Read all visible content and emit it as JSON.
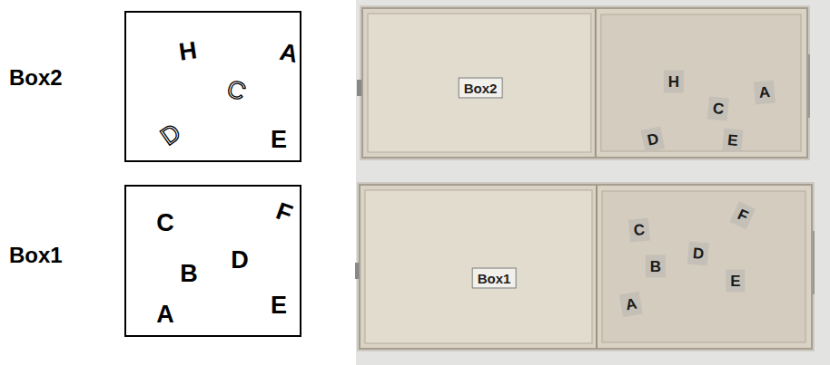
{
  "diagram": {
    "nodes": [
      {
        "text": [
          "Box2",
          "H",
          "A",
          "C",
          "D",
          "E"
        ]
      },
      {
        "text": [
          "Box2",
          "H",
          "C",
          "A",
          "D",
          "E"
        ]
      },
      {
        "text": [
          "Box1",
          "C",
          "F",
          "B",
          "D",
          "A",
          "E"
        ]
      },
      {
        "text": [
          "Box1",
          "C",
          "F",
          "B",
          "D",
          "E",
          "A"
        ]
      }
    ]
  }
}
